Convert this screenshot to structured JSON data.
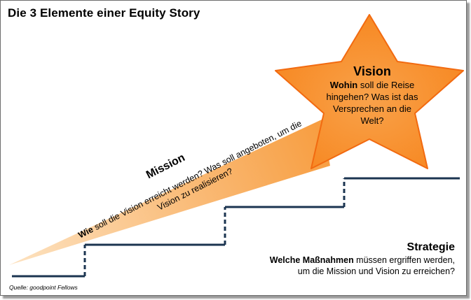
{
  "title": "Die 3 Elemente einer Equity Story",
  "vision": {
    "heading": "Vision",
    "question_bold": "Wohin",
    "question_rest": " soll die Reise hingehen? Was ist das Versprechen an die Welt?"
  },
  "mission": {
    "heading": "Mission",
    "text_bold": "Wie",
    "text_rest": " soll die Vision erreicht werden? Was soll angeboten, um die Vision zu realisieren?"
  },
  "strategie": {
    "heading": "Strategie",
    "text_bold": "Welche Maßnahmen",
    "text_rest_line1": " müssen ergriffen werden,",
    "text_line2": "um die Mission und Vision zu erreichen?"
  },
  "source": "Quelle: goodpoint Fellows",
  "colors": {
    "star_fill": "#f7861f",
    "star_stroke": "#f26a10",
    "beam_start": "#fde2c0",
    "beam_end": "#f79a3a",
    "stairs": "#1b3450"
  }
}
